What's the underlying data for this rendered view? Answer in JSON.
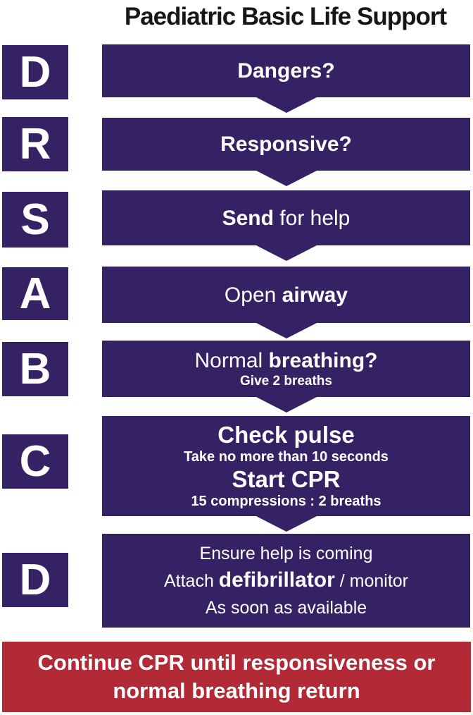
{
  "title": "Paediatric Basic Life Support",
  "colors": {
    "box_purple": "#342264",
    "banner_red": "#b12a36",
    "text_on_dark": "#ffffff",
    "title_black": "#161616"
  },
  "letters": [
    "D",
    "R",
    "S",
    "A",
    "B",
    "C",
    "D"
  ],
  "steps": [
    {
      "name": "dangers",
      "lines": [
        [
          {
            "t": "Dangers?",
            "b": true
          }
        ]
      ]
    },
    {
      "name": "responsive",
      "lines": [
        [
          {
            "t": "Responsive?",
            "b": true
          }
        ]
      ]
    },
    {
      "name": "send-for-help",
      "lines": [
        [
          {
            "t": "Send",
            "b": true
          },
          {
            "t": " for help",
            "b": false
          }
        ]
      ]
    },
    {
      "name": "open-airway",
      "lines": [
        [
          {
            "t": "Open ",
            "b": false
          },
          {
            "t": "airway",
            "b": true
          }
        ]
      ]
    },
    {
      "name": "normal-breathing",
      "lines": [
        [
          {
            "t": "Normal ",
            "b": false
          },
          {
            "t": "breathing?",
            "b": true
          }
        ],
        [
          {
            "t": "Give 2 breaths",
            "b": true
          }
        ]
      ]
    },
    {
      "name": "check-pulse-start-cpr",
      "lines": [
        [
          {
            "t": "Check pulse",
            "b": true
          }
        ],
        [
          {
            "t": "Take no more than 10 seconds",
            "b": true
          }
        ],
        [
          {
            "t": "Start CPR",
            "b": true
          }
        ],
        [
          {
            "t": "15 compressions : 2 breaths",
            "b": true
          }
        ]
      ]
    },
    {
      "name": "defibrillator",
      "lines": [
        [
          {
            "t": "Ensure help is coming",
            "b": false
          }
        ],
        [
          {
            "t": "Attach ",
            "b": false
          },
          {
            "t": "defibrillator",
            "b": true
          },
          {
            "t": " / monitor",
            "b": false
          }
        ],
        [
          {
            "t": "As soon as available",
            "b": false
          }
        ]
      ]
    }
  ],
  "footer": {
    "line1": "Continue CPR until responsiveness or",
    "line2": "normal breathing return"
  }
}
